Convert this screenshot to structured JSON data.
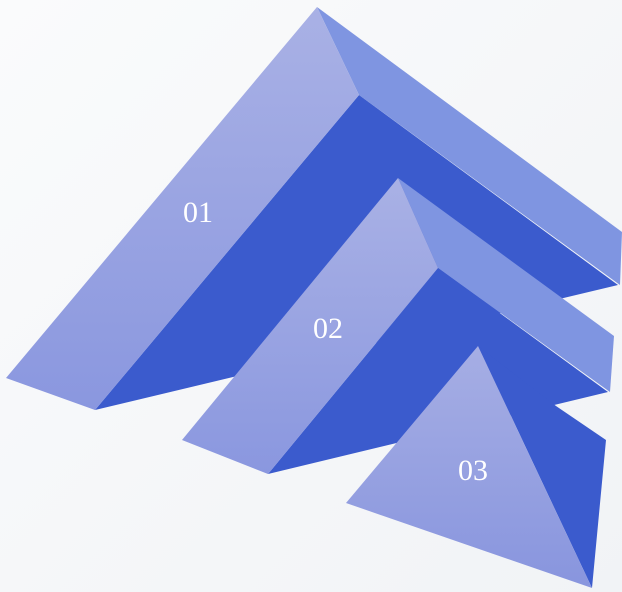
{
  "diagram": {
    "steps": [
      {
        "number": "01"
      },
      {
        "number": "02"
      },
      {
        "number": "03"
      }
    ],
    "colors": {
      "face_top": "#a8b0e6",
      "face_bottom": "#8b96dd",
      "side_light": "#7e93e0",
      "side_dark": "#3a5bcc",
      "background": "#f5f6f8"
    }
  }
}
